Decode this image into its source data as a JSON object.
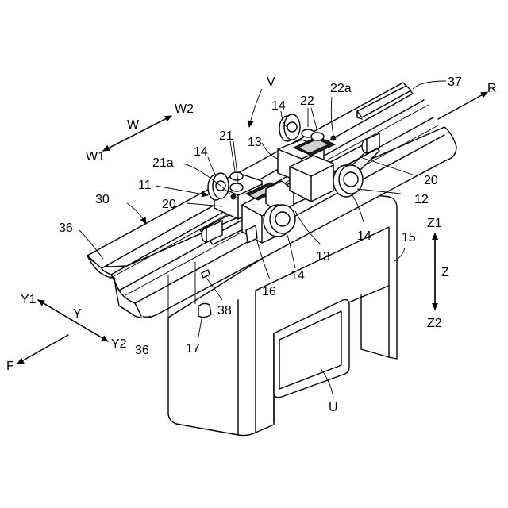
{
  "labels": {
    "V": "V",
    "n22a": "22a",
    "n37": "37",
    "R": "R",
    "W": "W",
    "W2": "W2",
    "W1": "W1",
    "n14_top": "14",
    "n22": "22",
    "n21": "21",
    "n13_top": "13",
    "n14_left": "14",
    "n21a": "21a",
    "n11": "11",
    "n30": "30",
    "n20_left": "20",
    "n20_right": "20",
    "n12": "12",
    "n36_top": "36",
    "n14_right": "14",
    "Z1": "Z1",
    "n15": "15",
    "n13_mid": "13",
    "Z": "Z",
    "n14_mid": "14",
    "n16": "16",
    "Y1": "Y1",
    "Y": "Y",
    "n38": "38",
    "Z2": "Z2",
    "Y2": "Y2",
    "n36_bottom": "36",
    "n17": "17",
    "F": "F",
    "U": "U"
  }
}
